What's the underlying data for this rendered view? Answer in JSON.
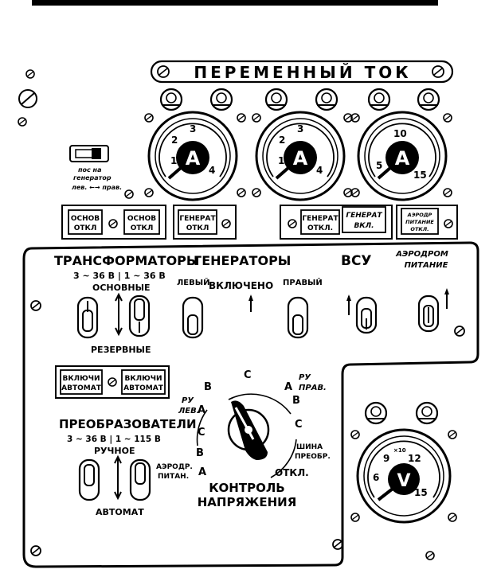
{
  "title": "ПЕРЕМЕННЫЙ  ТОК",
  "meters": [
    {
      "letter": "A",
      "ticks": [
        "1",
        "2",
        "3",
        "4"
      ]
    },
    {
      "letter": "A",
      "ticks": [
        "1",
        "2",
        "3",
        "4"
      ]
    },
    {
      "letter": "A",
      "ticks": [
        "5",
        "10",
        "15"
      ]
    }
  ],
  "voltmeter": {
    "letter": "V",
    "ticks": [
      "6",
      "9",
      "12",
      "15"
    ],
    "mult": "×10"
  },
  "small_switch": {
    "line1": "пос на",
    "line2": "генератор",
    "line3": "лев. ←→ прав."
  },
  "buttons": [
    {
      "line1": "ОСНОВ",
      "line2": "ОТКЛ"
    },
    {
      "line1": "ОСНОВ",
      "line2": "ОТКЛ"
    },
    {
      "line1": "ГЕНЕРАТ",
      "line2": "ОТКЛ"
    },
    {
      "line1": "ГЕНЕРАТ",
      "line2": "ОТКЛ."
    },
    {
      "line1": "ГЕНЕРАТ",
      "line2": "ВКЛ."
    },
    {
      "line1": "АЭРОДР",
      "line2": "ПИТАНИЕ",
      "line3": "ОТКЛ."
    }
  ],
  "section_titles": {
    "transformers": "ТРАНСФОРМАТОРЫ",
    "generators": "ГЕНЕРАТОРЫ",
    "apu": "ВСУ",
    "airfield_1": "АЭРОДРОМ",
    "airfield_2": "ПИТАНИЕ"
  },
  "transformers": {
    "voltage": "3 ~ 36 В | 1 ~ 36 В",
    "top": "ОСНОВНЫЕ",
    "bottom": "РЕЗЕРВНЫЕ"
  },
  "generators": {
    "left": "ЛЕВЫЙ",
    "center": "ВКЛЮЧЕНО",
    "right": "ПРАВЫЙ"
  },
  "auto_buttons": [
    {
      "line1": "ВКЛЮЧИ",
      "line2": "АВТОМАТ"
    },
    {
      "line1": "ВКЛЮЧИ",
      "line2": "АВТОМАТ"
    }
  ],
  "converters": {
    "title": "ПРЕОБРАЗОВАТЕЛИ",
    "voltage": "3 ~ 36 В | 1 ~ 115 В",
    "top": "РУЧНОЕ",
    "bottom": "АВТОМАТ"
  },
  "selector": {
    "title1": "КОНТРОЛЬ",
    "title2": "НАПРЯЖЕНИЯ",
    "pos_B_top": "В",
    "pos_C_top": "С",
    "pos_A_top": "А",
    "ru_prav_1": "РУ",
    "ru_prav_2": "ПРАВ.",
    "ru_lev_1": "РУ",
    "ru_lev_2": "ЛЕВ.",
    "pos_A_left": "А",
    "pos_C_left": "С",
    "pos_B_left": "В",
    "pos_B_right": "В",
    "pos_C_right": "С",
    "shina_1": "ШИНА",
    "shina_2": "ПРЕОБР.",
    "aerodr_1": "АЭРОДР.",
    "aerodr_2": "ПИТАН.",
    "pos_A_bottom": "А",
    "otkl": "ОТКЛ."
  }
}
